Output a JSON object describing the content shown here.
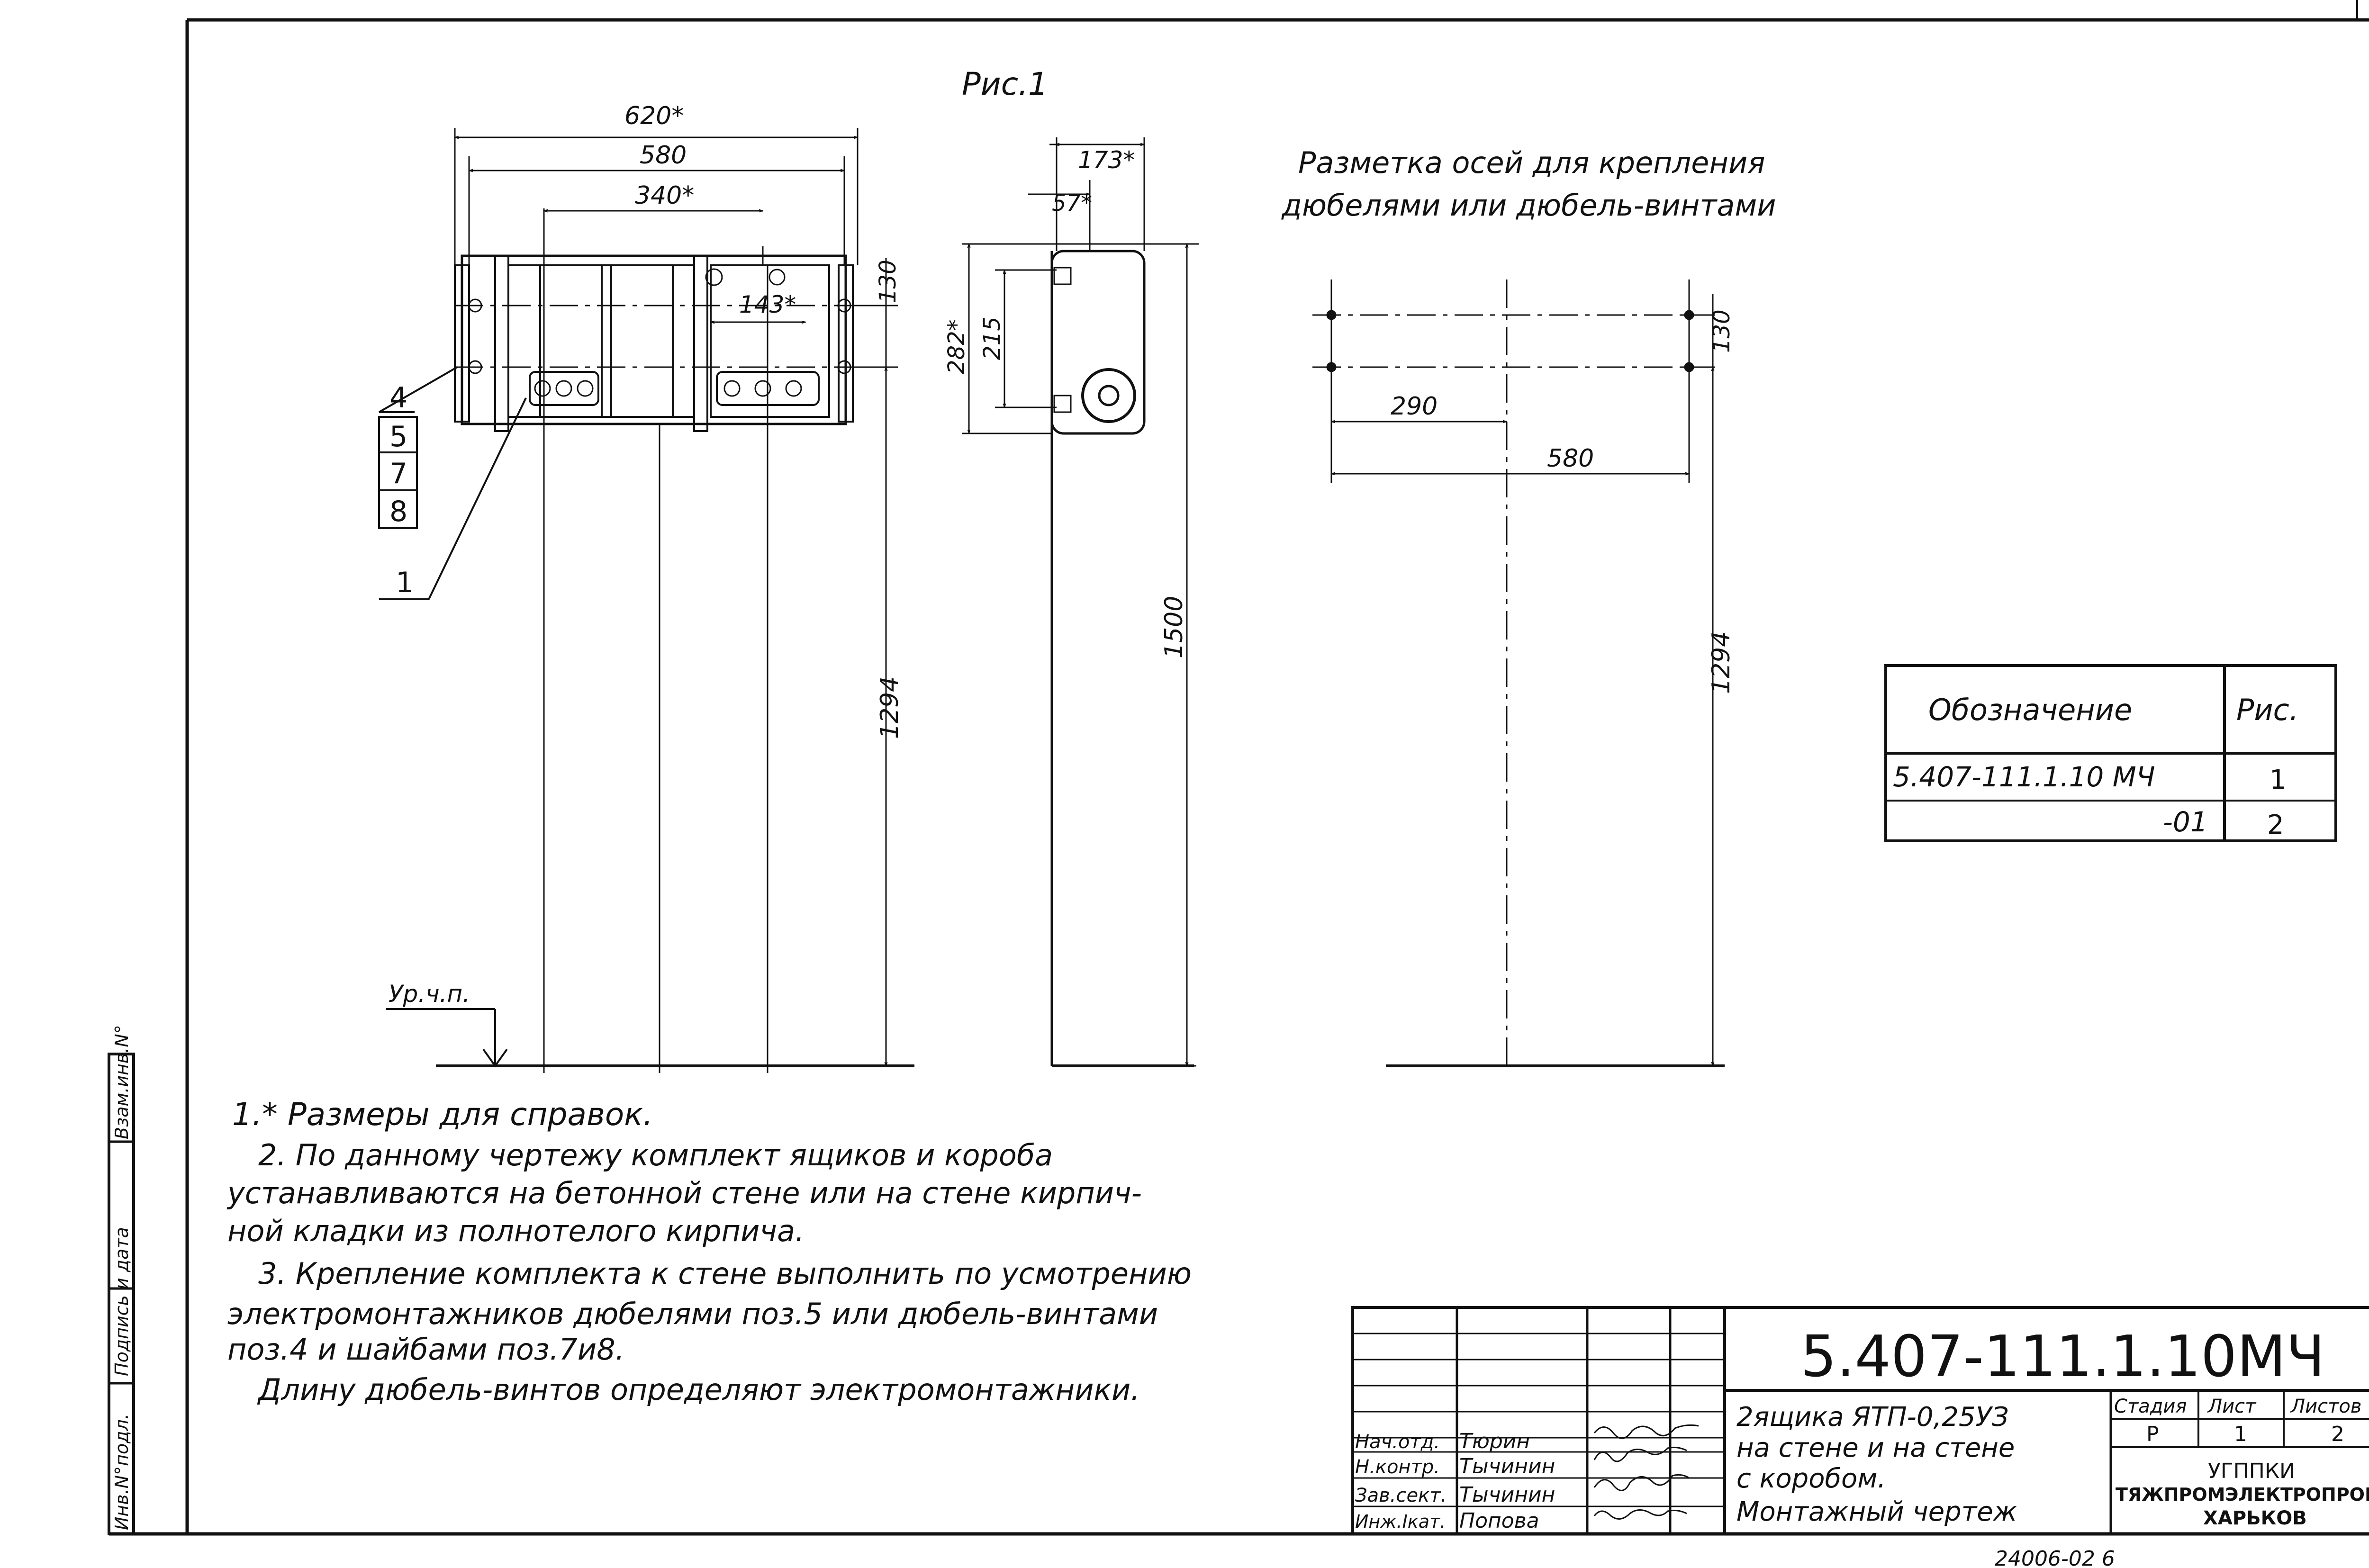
{
  "figure_title": "Рис.1",
  "dimensions": {
    "d620": "620*",
    "d580": "580",
    "d340": "340*",
    "d143": "143*",
    "d130": "130",
    "d1294": "1294",
    "d173": "173*",
    "d57": "57*",
    "d282": "282*",
    "d215": "215",
    "d1500": "1500",
    "d290": "290",
    "d580b": "580",
    "d130b": "130",
    "d1294b": "1294"
  },
  "positions": [
    "4",
    "5",
    "7",
    "8",
    "1"
  ],
  "level_label": "Ур.ч.п.",
  "markup_title": [
    "Разметка осей для крепления",
    "дюбелями или дюбель-винтами"
  ],
  "ref_table": {
    "headers": [
      "Обозначение",
      "Рис."
    ],
    "rows": [
      [
        "5.407-111.1.10 МЧ",
        "1"
      ],
      [
        "-01",
        "2"
      ]
    ]
  },
  "notes": [
    "1.* Размеры для справок.",
    "2. По данному чертежу комплект ящиков и короба",
    "устанавливаются на бетонной стене или на стене кирпич-",
    "ной кладки из полнотелого кирпича.",
    "3. Крепление комплекта к стене выполнить по усмотрению",
    "электромонтажников дюбелями поз.5 или дюбель-винтами",
    "поз.4 и шайбами поз.7и8.",
    "Длину дюбель-винтов определяют электромонтажники."
  ],
  "side_stamp": [
    "Инв.N°подл.",
    "Подпись и дата",
    "Взам.инв.N°"
  ],
  "title_block": {
    "doc_code": "5.407-111.1.10МЧ",
    "description": [
      "2ящика ЯТП-0,25УЗ",
      "на стене и на стене",
      "с коробом.",
      "Монтажный чертеж"
    ],
    "stage_header": "Стадия",
    "sheet_header": "Лист",
    "sheets_header": "Листов",
    "stage": "Р",
    "sheet": "1",
    "sheets": "2",
    "org": [
      "УГППКИ",
      "ТЯЖПРОМЭЛЕКТРОПРОЕКТ",
      "ХАРЬКОВ"
    ],
    "signatures": [
      {
        "role": "Нач.отд.",
        "name": "Тюрин"
      },
      {
        "role": "Н.контр.",
        "name": "Тычинин"
      },
      {
        "role": "Зав.сект.",
        "name": "Тычинин"
      },
      {
        "role": "Инж.Iкат.",
        "name": "Попова"
      }
    ]
  },
  "footer_number": "24006-02 6"
}
